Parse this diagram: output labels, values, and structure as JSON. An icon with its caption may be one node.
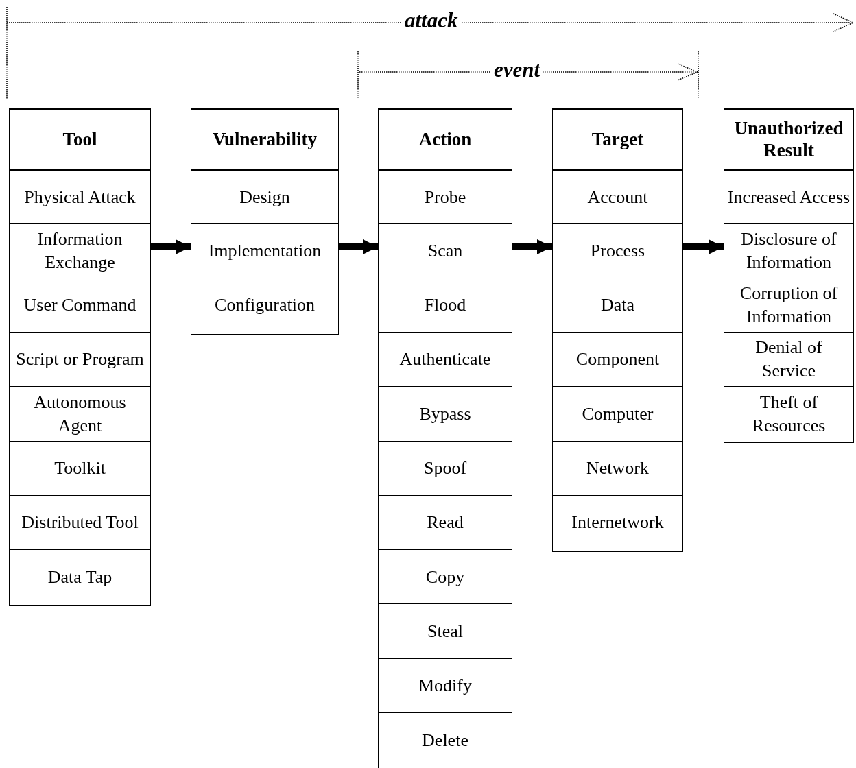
{
  "diagram": {
    "nodes": [
      {
        "text": [
          "Tool"
        ]
      },
      {
        "text": [
          "Physical Attack"
        ],
        "in": 0
      },
      {
        "text": [
          "Information Exchange"
        ],
        "in": 0
      },
      {
        "text": [
          "User Command"
        ],
        "in": 0
      },
      {
        "text": [
          "Script or Program"
        ],
        "in": 0
      },
      {
        "text": [
          "Autonomous Agent"
        ],
        "in": 0
      },
      {
        "text": [
          "Toolkit"
        ],
        "in": 0
      },
      {
        "text": [
          "Distributed Tool"
        ],
        "in": 0
      },
      {
        "text": [
          "Data Tap"
        ],
        "in": 0
      },
      {
        "text": [
          "Vulnerability"
        ]
      },
      {
        "text": [
          "Design"
        ],
        "in": 9
      },
      {
        "text": [
          "Implementation"
        ],
        "in": 9
      },
      {
        "text": [
          "Configuration"
        ],
        "in": 9
      },
      {
        "text": [
          "Action"
        ]
      },
      {
        "text": [
          "Probe"
        ],
        "in": 13
      },
      {
        "text": [
          "Scan"
        ],
        "in": 13
      },
      {
        "text": [
          "Flood"
        ],
        "in": 13
      },
      {
        "text": [
          "Authenticate"
        ],
        "in": 13
      },
      {
        "text": [
          "Bypass"
        ],
        "in": 13
      },
      {
        "text": [
          "Spoof"
        ],
        "in": 13
      },
      {
        "text": [
          "Read"
        ],
        "in": 13
      },
      {
        "text": [
          "Copy"
        ],
        "in": 13
      },
      {
        "text": [
          "Steal"
        ],
        "in": 13
      },
      {
        "text": [
          "Modify"
        ],
        "in": 13
      },
      {
        "text": [
          "Delete"
        ],
        "in": 13
      },
      {
        "text": [
          "Target"
        ]
      },
      {
        "text": [
          "Account"
        ],
        "in": 25
      },
      {
        "text": [
          "Process"
        ],
        "in": 25
      },
      {
        "text": [
          "Data"
        ],
        "in": 25
      },
      {
        "text": [
          "Component"
        ],
        "in": 25
      },
      {
        "text": [
          "Computer"
        ],
        "in": 25
      },
      {
        "text": [
          "Network"
        ],
        "in": 25
      },
      {
        "text": [
          "Internetwork"
        ],
        "in": 25
      },
      {
        "text": [
          "Unauthorized Result"
        ]
      },
      {
        "text": [
          "Increased Access"
        ],
        "in": 33
      },
      {
        "text": [
          "Disclosure of Information"
        ],
        "in": 33
      },
      {
        "text": [
          "Corruption of Information"
        ],
        "in": 33
      },
      {
        "text": [
          "Denial of Service"
        ],
        "in": 33
      },
      {
        "text": [
          "Theft of Resources"
        ],
        "in": 33
      }
    ],
    "edges": [
      {
        "from": 0,
        "to": 9,
        "arrow": "to"
      },
      {
        "from": 9,
        "to": 13,
        "arrow": "to"
      },
      {
        "from": 13,
        "to": 25,
        "arrow": "to"
      },
      {
        "from": 25,
        "to": 33,
        "arrow": "to"
      }
    ],
    "labels": [
      "attack",
      "event"
    ]
  }
}
